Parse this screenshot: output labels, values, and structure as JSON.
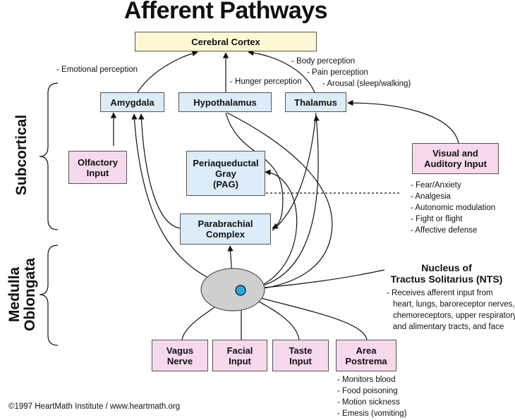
{
  "title": "Afferent Pathways",
  "sections": {
    "subcortical": "Subcortical",
    "medulla": "Medulla\nOblongata"
  },
  "nodes": {
    "cortex": "Cerebral Cortex",
    "amygdala": "Amygdala",
    "hypothalamus": "Hypothalamus",
    "thalamus": "Thalamus",
    "olfactory": "Olfactory\nInput",
    "pag": "Periaqueductal\nGray\n(PAG)",
    "visual": "Visual and\nAuditory Input",
    "parabrachial": "Parabrachial\nComplex",
    "vagus": "Vagus\nNerve",
    "facial": "Facial\nInput",
    "taste": "Taste\nInput",
    "area_postrema": "Area\nPostrema"
  },
  "nts": {
    "label": "Nucleus of\nTractus Solitarius (NTS)",
    "notes": [
      "Receives afferent input from",
      "heart, lungs, baroreceptor nerves,",
      "chemoreceptors, upper respiratory",
      "and alimentary tracts, and face"
    ]
  },
  "annotations": {
    "emotional": "Emotional perception",
    "hunger": "Hunger perception",
    "thalamus_notes": [
      "Body perception",
      "Pain perception",
      "Arousal (sleep/walking)"
    ],
    "pag_notes": [
      "Fear/Anxiety",
      "Analgesia",
      "Autonomic modulation",
      "Fight or flight",
      "Affective defense"
    ],
    "postrema_notes": [
      "Monitors blood",
      "Food poisoning",
      "Motion sickness",
      "Emesis (vomiting)"
    ]
  },
  "footer": "©1997 HeartMath Institute / www.heartmath.org",
  "colors": {
    "blue_box": "#dcecf9",
    "pink_box": "#f7d9ec",
    "yellow_box": "#fdf8d3",
    "nts_dot": "#29a8e0",
    "medulla_oval": "#cfcfcf"
  }
}
